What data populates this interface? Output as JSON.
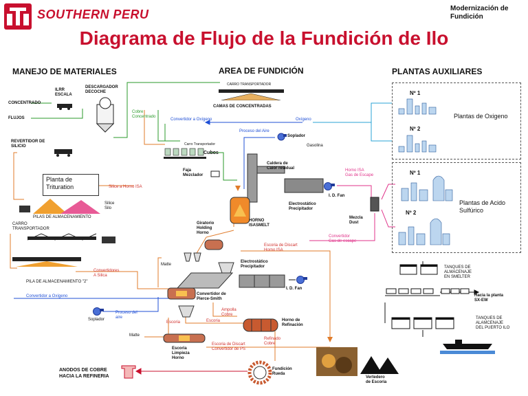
{
  "header": {
    "company": "SOUTHERN PERU",
    "project": "Modernización de\nFundición",
    "title": "Diagrama de Flujo de la Fundición de Ilo"
  },
  "sections": {
    "materials": "MANEJO DE MATERIALES",
    "smelter": "AREA DE FUNDICIÓN",
    "auxiliary": "PLANTAS AUXILIARES"
  },
  "labels": {
    "concentrado": "CONCENTRADO",
    "flujos": "FLUJOS",
    "ilrr_escala": "ILRR\nESCALA",
    "descargador": "DESCARGADOR\nDECOCHE",
    "revertidor": "REVERTIDOR DE\nSILICIO",
    "planta_trituration": "Planta de\nTrituration",
    "silice_horno": "Silice a Horno ISA",
    "silice_silo": "Silice\nSilo",
    "pilas": "PILAS DE ALMACENAMIENTO",
    "carro_transp_left": "CARRO\nTRANSPORTADOR",
    "pila2": "PILA DE ALMACENAMIENTO \"2\"",
    "cobre_concentrado": "Cobre\nConcentrado",
    "carro_transp_top": "CARRO TRANSPORTADOR",
    "camas": "CAMAS DE CONCENTRADAS",
    "convertidor_oxigeno_top": "Convertidor a Oxígeno",
    "oxigeno": "Oxígeno",
    "proceso_aire_top": "Proceso del Aire",
    "soplador_top": "Soplador",
    "gasolina": "Gasolina",
    "carro_transp_mid": "Carro Transportador",
    "cubos": "Cubos",
    "faja": "Faja\nMezclador",
    "caldera": "Caldera de\nCalor residual",
    "horno_isa": "HORNO\nISASMELT",
    "electro_top": "Electrostático\nPrecipitador",
    "idfan_top": "I. D. Fan",
    "horno_isa_gas": "Horno ISA\nGas de Escape",
    "mezcla_dust": "Mezcla\nDust",
    "convertidor_gas": "Convertidor\nGas de escape",
    "giratorio": "Giratorio\nHolding\nHorno",
    "escoria_discart_isa": "Escoria de Discart\nHorno ISA",
    "matte_top": "Matte",
    "electro_mid": "Electrostático\nPrecipitador",
    "idfan_mid": "I. D. Fan",
    "convertidores_silice": "Convertidores\nA Silica",
    "convertidor_oxigeno_left": "Convertidor a Oxígeno",
    "convertidor_ps": "Convertidor de\nPierce-Smith",
    "proceso_aire_left": "Proceso del\naire",
    "soplador_left": "Soplador",
    "ampolla": "Ampolla\nCobre",
    "escoria_1": "Escoria",
    "escoria_2": "Escoria",
    "horno_refinacion": "Horno de\nRefinación",
    "matte_bottom": "Matte",
    "escoria_limpieza": "Escoria\nLimpieza\nHorno",
    "escoria_discart_ps": "Escoria de Discart\nConvertidor de PS",
    "refinado": "Refinado\nCobre",
    "anodos": "ANODOS DE COBRE\nHACIA LA REFINERIA",
    "fundicion_rueda": "Fundición\nRueda",
    "vertedero": "Vertedero\nde Escoria",
    "n1_oxygen": "Nº 1",
    "n2_oxygen": "Nº 2",
    "plantas_oxigeno": "Plantas de Oxigeno",
    "n1_acid": "Nº 1",
    "n2_acid": "Nº 2",
    "plantas_acido": "Plantas de Acido\nSulfúrico",
    "tanques_smelter": "TANQUES DE\nALMACENAJE\nEN SMELTER",
    "hacia_planta": "Hacia la planta\nSX-EW",
    "tanques_puerto": "TANQUES DE\nALAMCENAJE\nDEL PUERTO ILO"
  },
  "colors": {
    "brand": "#c8102e",
    "flow_green": "#2a9a2a",
    "flow_orange": "#e07b2a",
    "flow_blue": "#1f4fd6",
    "flow_pink": "#e0338a",
    "flow_cyan": "#29a3d6"
  }
}
